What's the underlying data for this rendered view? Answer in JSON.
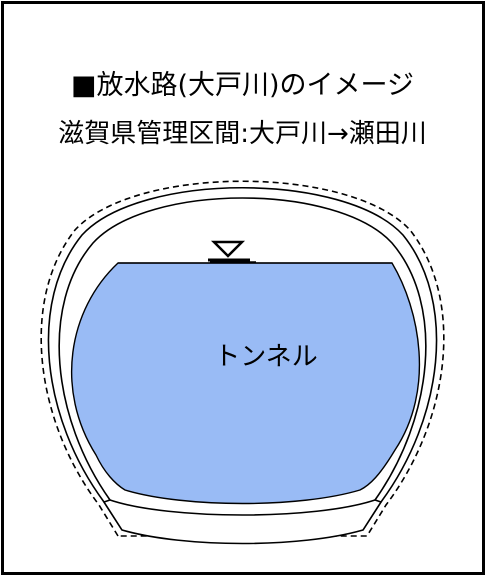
{
  "heading": {
    "line1": "■放水路(大戸川)のイメージ",
    "line2": "滋賀県管理区間:大戸川→瀬田川"
  },
  "diagram": {
    "tunnel_label": "トンネル",
    "water_color": "#99bbf5",
    "line_color": "#000000",
    "water_level_symbol": "water-surface-marker"
  }
}
